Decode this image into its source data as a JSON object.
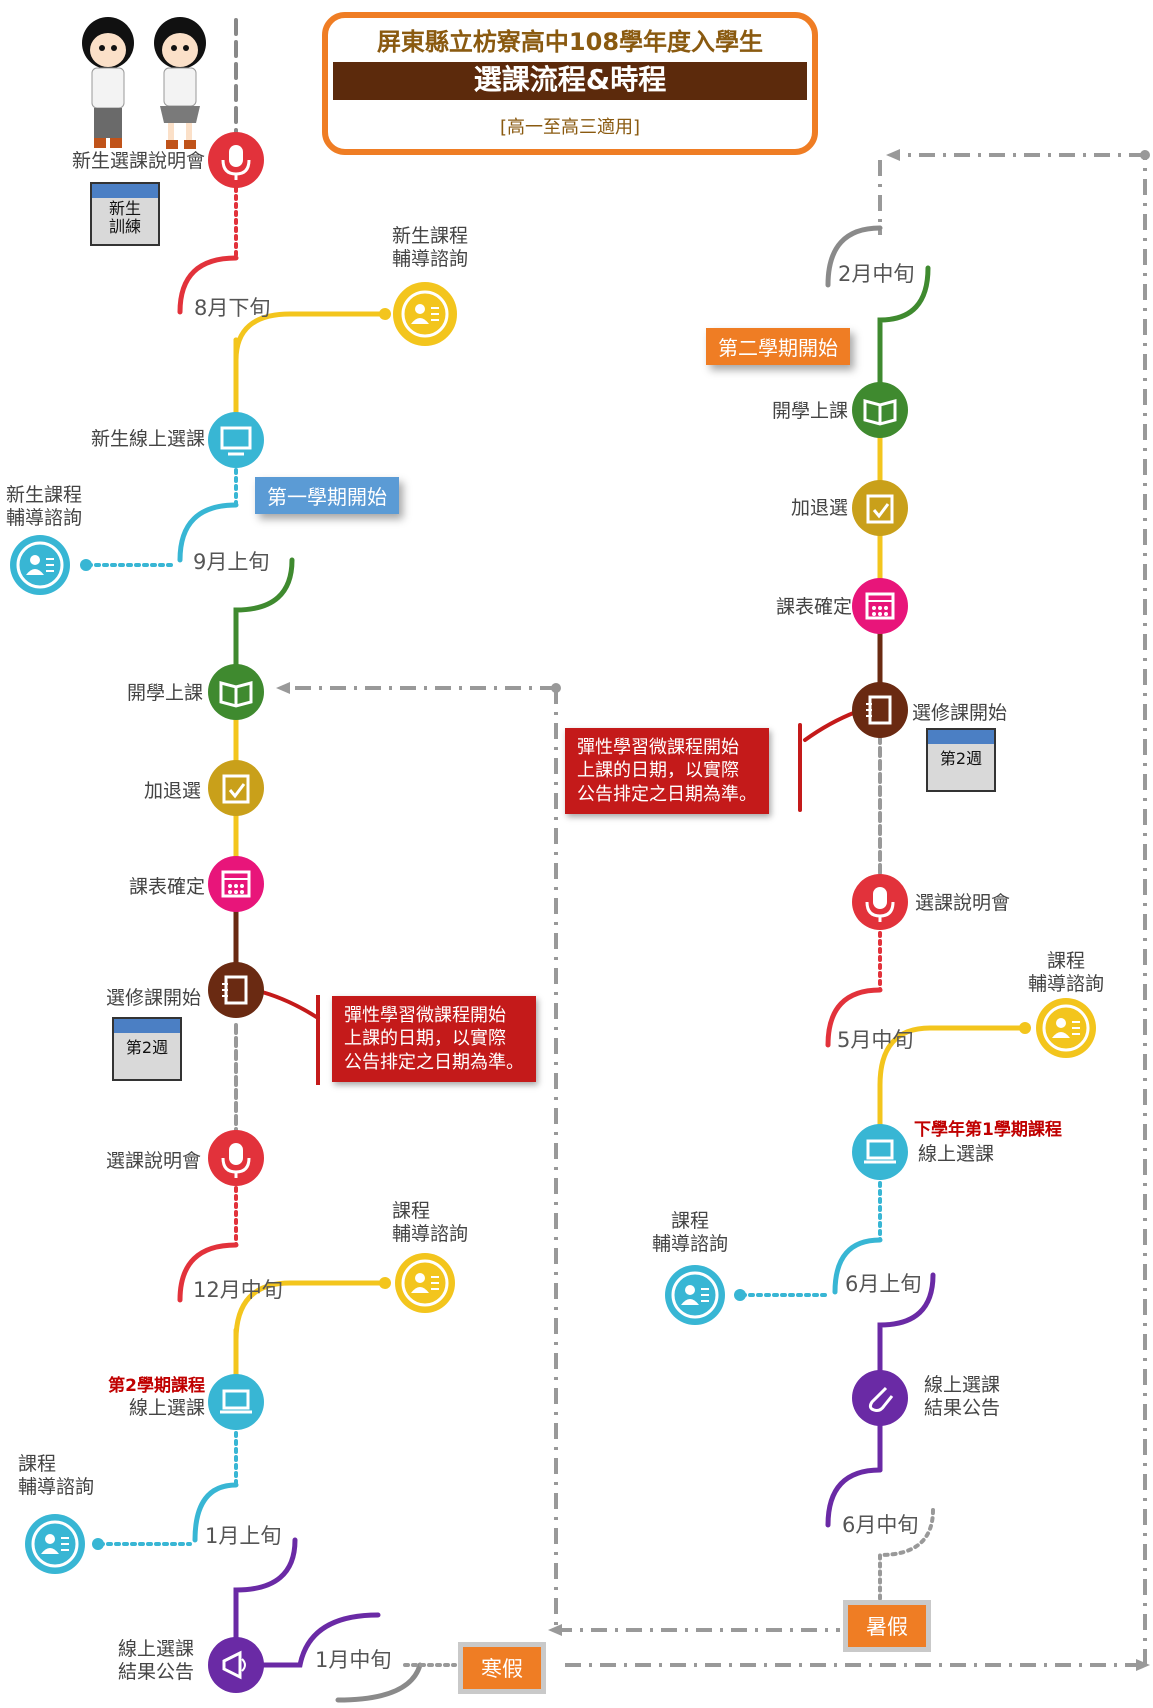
{
  "title": {
    "line1": "屏東縣立枋寮高中108學年度入學生",
    "line2": "選課流程&時程",
    "line3": "[高一至高三適用]"
  },
  "left": {
    "orientation": "新生選課說明會",
    "training_badge": "新生\n訓練",
    "aug": "8月下旬",
    "counsel1": "新生課程\n輔導諮詢",
    "online1": "新生線上選課",
    "sem1_tag": "第一學期開始",
    "counsel2": "新生課程\n輔導諮詢",
    "sep": "9月上旬",
    "class_start": "開學上課",
    "add_drop": "加退選",
    "timetable": "課表確定",
    "elective": "選修課開始",
    "week2": "第2週",
    "note": "彈性學習微課程開始\n上課的日期，以實際\n公告排定之日期為準。",
    "briefing": "選課說明會",
    "counsel3": "課程\n輔導諮詢",
    "dec": "12月中旬",
    "sem2_red": "第2學期課程",
    "online2": "線上選課",
    "counsel4": "課程\n輔導諮詢",
    "jan_early": "1月上旬",
    "result": "線上選課\n結果公告",
    "jan_mid": "1月中旬",
    "winter": "寒假"
  },
  "right": {
    "feb": "2月中旬",
    "sem2_tag": "第二學期開始",
    "class_start": "開學上課",
    "add_drop": "加退選",
    "timetable": "課表確定",
    "elective": "選修課開始",
    "week2": "第2週",
    "note": "彈性學習微課程開始\n上課的日期，以實際\n公告排定之日期為準。",
    "briefing": "選課說明會",
    "counsel1": "課程\n輔導諮詢",
    "may": "5月中旬",
    "next_red": "下學年第1學期課程",
    "online": "線上選課",
    "counsel2": "課程\n輔導諮詢",
    "jun_early": "6月上旬",
    "result": "線上選課\n結果公告",
    "jun_mid": "6月中旬",
    "summer": "暑假"
  },
  "colors": {
    "red": "#e2323b",
    "yellow": "#f3c51d",
    "cyan": "#38b6d4",
    "green": "#3f8a2f",
    "mustard": "#c9a01a",
    "pink": "#e8157a",
    "brown": "#6a2a12",
    "purple": "#6a2aa5",
    "gray": "#8a8a8a",
    "orange": "#ef7d24",
    "title_bar": "#5c2a0c"
  }
}
